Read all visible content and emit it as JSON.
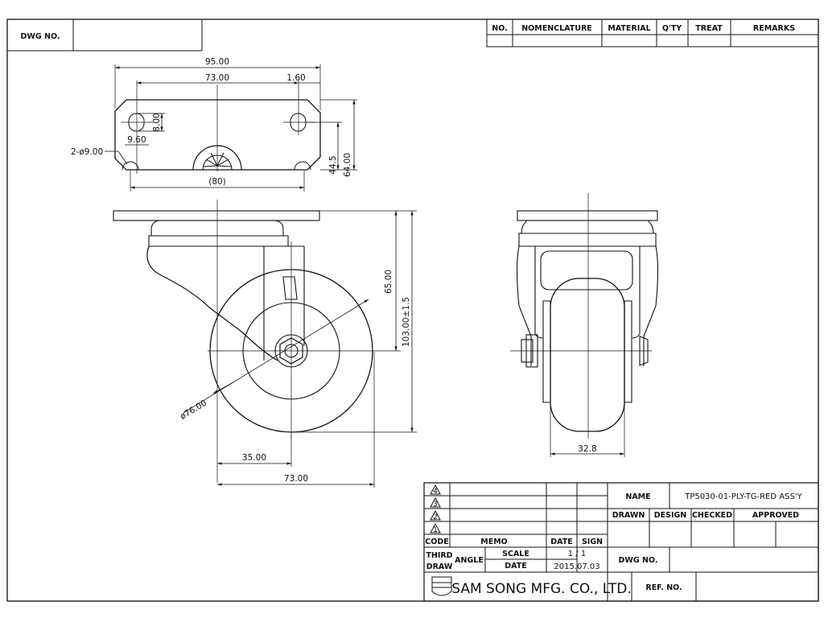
{
  "header": {
    "dwg_no_label": "DWG NO.",
    "dwg_no_value": "",
    "parts_table": {
      "headers": [
        "NO.",
        "NOMENCLATURE",
        "MATERIAL",
        "Q'TY",
        "TREAT",
        "REMARKS"
      ],
      "rows": [
        [
          "",
          "",
          "",
          "",
          "",
          ""
        ]
      ]
    }
  },
  "dimensions": {
    "plate_width": "95.00",
    "hole_spacing": "73.00",
    "offset_small": "1.60",
    "slot_length": "8.00",
    "slot_offset": "9.60",
    "hole_callout": "2-ø9.00",
    "center_ref": "(80)",
    "hole_spacing_v": "44.5",
    "plate_depth": "64.00",
    "axle_height": "65.00",
    "total_height": "103.00±1.5",
    "wheel_diameter": "ø76.00",
    "swivel_offset": "35.00",
    "swing_radius": "73.00",
    "wheel_width": "32.8"
  },
  "title_block": {
    "revisions": [
      "4",
      "3",
      "2",
      "1"
    ],
    "code_label": "CODE",
    "memo_label": "MEMO",
    "date_label": "DATE",
    "sign_label": "SIGN",
    "third_label": "THIRD",
    "angle_label": "ANGLE",
    "draw_label": "DRAW",
    "scale_label": "SCALE",
    "scale_value": "1 / 1",
    "date_value_label": "DATE",
    "date_value": "2015.07.03",
    "name_label": "NAME",
    "name_value": "TP5030-01-PLY-TG-RED ASS'Y",
    "drawn_label": "DRAWN",
    "design_label": "DESIGN",
    "checked_label": "CHECKED",
    "approved_label": "APPROVED",
    "dwg_no_label": "DWG NO.",
    "dwg_no_value": "",
    "company": "SAM SONG MFG. CO., LTD.",
    "ref_no_label": "REF. NO."
  }
}
